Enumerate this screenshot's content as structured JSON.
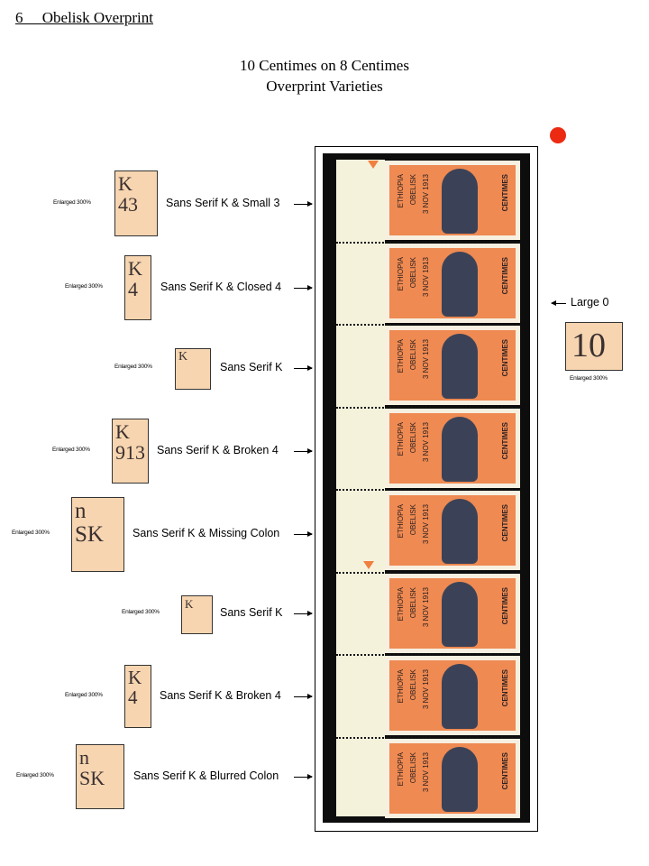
{
  "header": {
    "number": "6",
    "title": "Obelisk Overprint"
  },
  "title": {
    "line1": "10 Centimes on 8 Centimes",
    "line2": "Overprint Varieties"
  },
  "varieties": [
    {
      "label": "Sans Serif K & Small 3",
      "enlarged": "Enlarged 300%",
      "thumb_text": "K\n43"
    },
    {
      "label": "Sans Serif K & Closed 4",
      "enlarged": "Enlarged 300%",
      "thumb_text": "K\n4"
    },
    {
      "label": "Sans Serif K",
      "enlarged": "Enlarged 300%",
      "thumb_text": "K"
    },
    {
      "label": "Sans Serif K & Broken 4",
      "enlarged": "Enlarged 300%",
      "thumb_text": "K\n913"
    },
    {
      "label": "Sans Serif K & Missing Colon",
      "enlarged": "Enlarged 300%",
      "thumb_text": "n\nSK"
    },
    {
      "label": "Sans Serif K",
      "enlarged": "Enlarged 300%",
      "thumb_text": "K"
    },
    {
      "label": "Sans Serif K & Broken 4",
      "enlarged": "Enlarged 300%",
      "thumb_text": "K\n4"
    },
    {
      "label": "Sans Serif K & Blurred Colon",
      "enlarged": "Enlarged 300%",
      "thumb_text": "n\nSK"
    }
  ],
  "right_variety": {
    "label": "Large 0",
    "enlarged": "Enlarged 300%",
    "thumb_text": "10"
  },
  "stamp": {
    "country": "ETHIOPIA",
    "value": "CENTIMES",
    "overprint": "OBELISK",
    "date": "3 NOV 1913"
  },
  "colors": {
    "stamp_orange": "#ee8a52",
    "portrait_blue": "#3b4257",
    "marker_red": "#ec2a12"
  }
}
